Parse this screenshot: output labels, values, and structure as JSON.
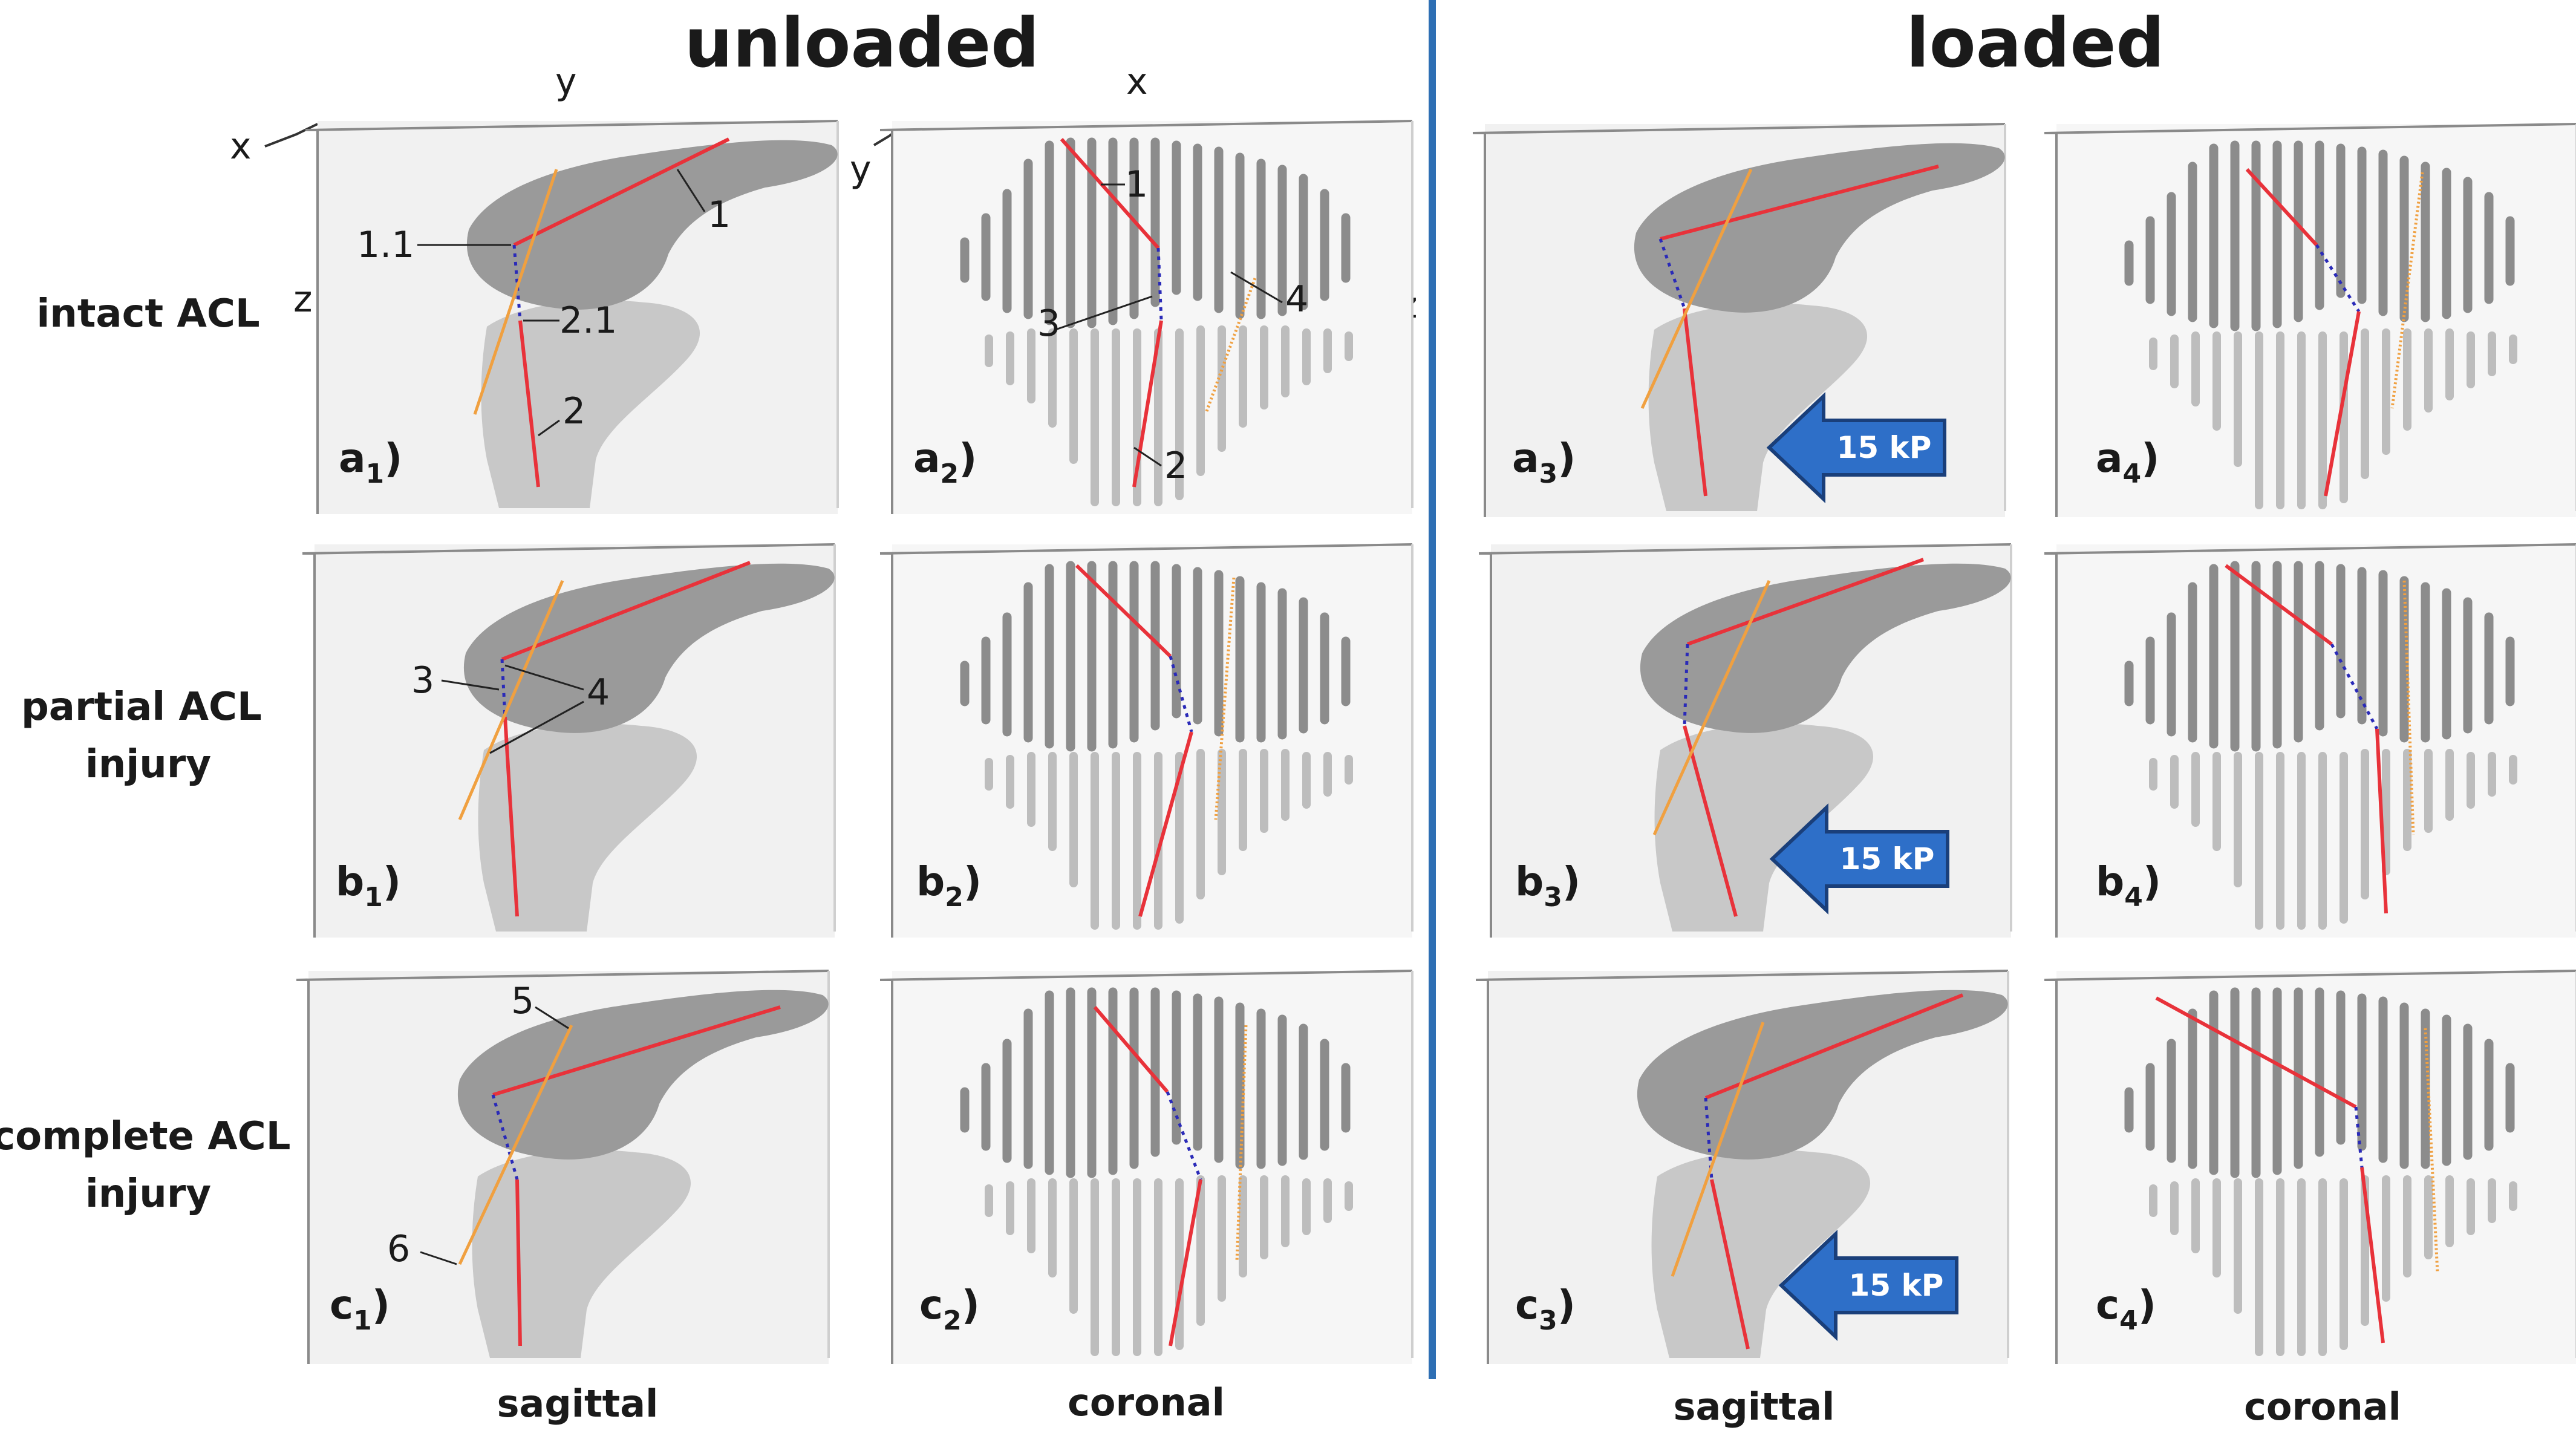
{
  "headers": {
    "unloaded": "unloaded",
    "loaded": "loaded"
  },
  "rows": [
    {
      "label_lines": [
        "intact ACL"
      ]
    },
    {
      "label_lines": [
        "partial ACL",
        "injury"
      ]
    },
    {
      "label_lines": [
        "complete ACL",
        "injury"
      ]
    }
  ],
  "columns": [
    "sagittal",
    "coronal",
    "sagittal",
    "coronal"
  ],
  "axes": {
    "sagittal": {
      "x": "x",
      "y": "y",
      "z": "z"
    },
    "coronal": {
      "x": "x",
      "y": "y",
      "z": "z"
    }
  },
  "panel_labels": [
    [
      "a",
      "1"
    ],
    [
      "a",
      "2"
    ],
    [
      "a",
      "3"
    ],
    [
      "a",
      "4"
    ],
    [
      "b",
      "1"
    ],
    [
      "b",
      "2"
    ],
    [
      "b",
      "3"
    ],
    [
      "b",
      "4"
    ],
    [
      "c",
      "1"
    ],
    [
      "c",
      "2"
    ],
    [
      "c",
      "3"
    ],
    [
      "c",
      "4"
    ]
  ],
  "callouts": {
    "a1": [
      "1",
      "1.1",
      "2.1",
      "2"
    ],
    "a2": [
      "1",
      "3",
      "4",
      "2"
    ],
    "b1": [
      "3",
      "4"
    ],
    "c1": [
      "5",
      "6"
    ]
  },
  "load_arrow": {
    "label": "15 kP",
    "color": "#2e6fc8"
  },
  "colors": {
    "femur": "#999999",
    "tibia": "#c8c8c8",
    "bone_line": "#e8323a",
    "acl_dotted": "#2a2ab8",
    "ligament": "#f0a040",
    "divider": "#2e6fb4"
  }
}
